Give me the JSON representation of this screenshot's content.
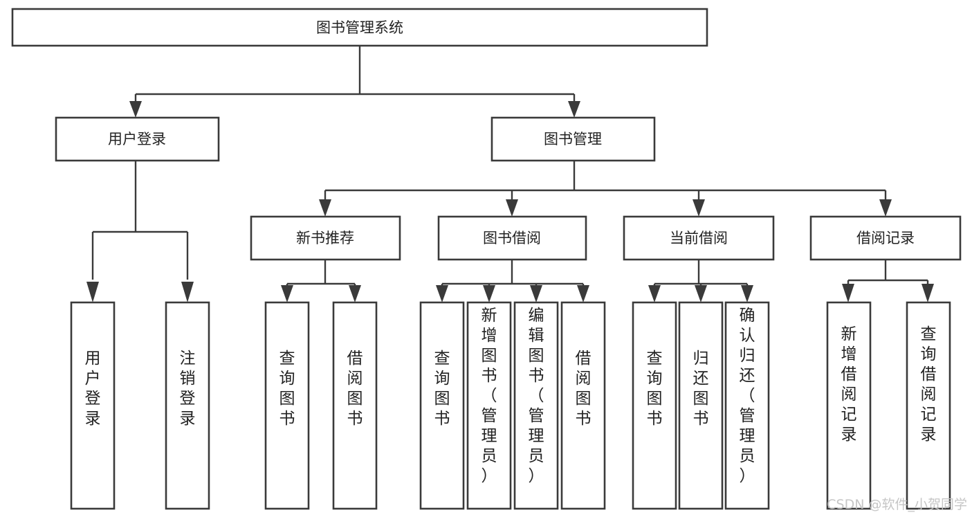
{
  "diagram": {
    "title": "图书管理系统",
    "type": "tree-hierarchy-chart",
    "background_color": "#ffffff",
    "line_color": "#3a3a3a",
    "text_color": "#222222",
    "levels": {
      "root": {
        "label": "图书管理系统"
      },
      "level2": [
        {
          "label": "用户登录"
        },
        {
          "label": "图书管理"
        }
      ],
      "level3": [
        {
          "label": "新书推荐"
        },
        {
          "label": "图书借阅"
        },
        {
          "label": "当前借阅"
        },
        {
          "label": "借阅记录"
        }
      ],
      "leaves": {
        "user_login": [
          {
            "label": "用户登录"
          },
          {
            "label": "注销登录"
          }
        ],
        "new_book_recommend": [
          {
            "label": "查询图书"
          },
          {
            "label": "借阅图书"
          }
        ],
        "book_borrow": [
          {
            "label": "查询图书"
          },
          {
            "label": "新增图书（管理员）"
          },
          {
            "label": "编辑图书（管理员）"
          },
          {
            "label": "借阅图书"
          }
        ],
        "current_borrow": [
          {
            "label": "查询图书"
          },
          {
            "label": "归还图书"
          },
          {
            "label": "确认归还（管理员）"
          }
        ],
        "borrow_record": [
          {
            "label": "新增借阅记录"
          },
          {
            "label": "查询借阅记录"
          }
        ]
      }
    }
  },
  "watermark": {
    "text": "CSDN @软件_小贺同学",
    "color": "#c6c6c6"
  }
}
